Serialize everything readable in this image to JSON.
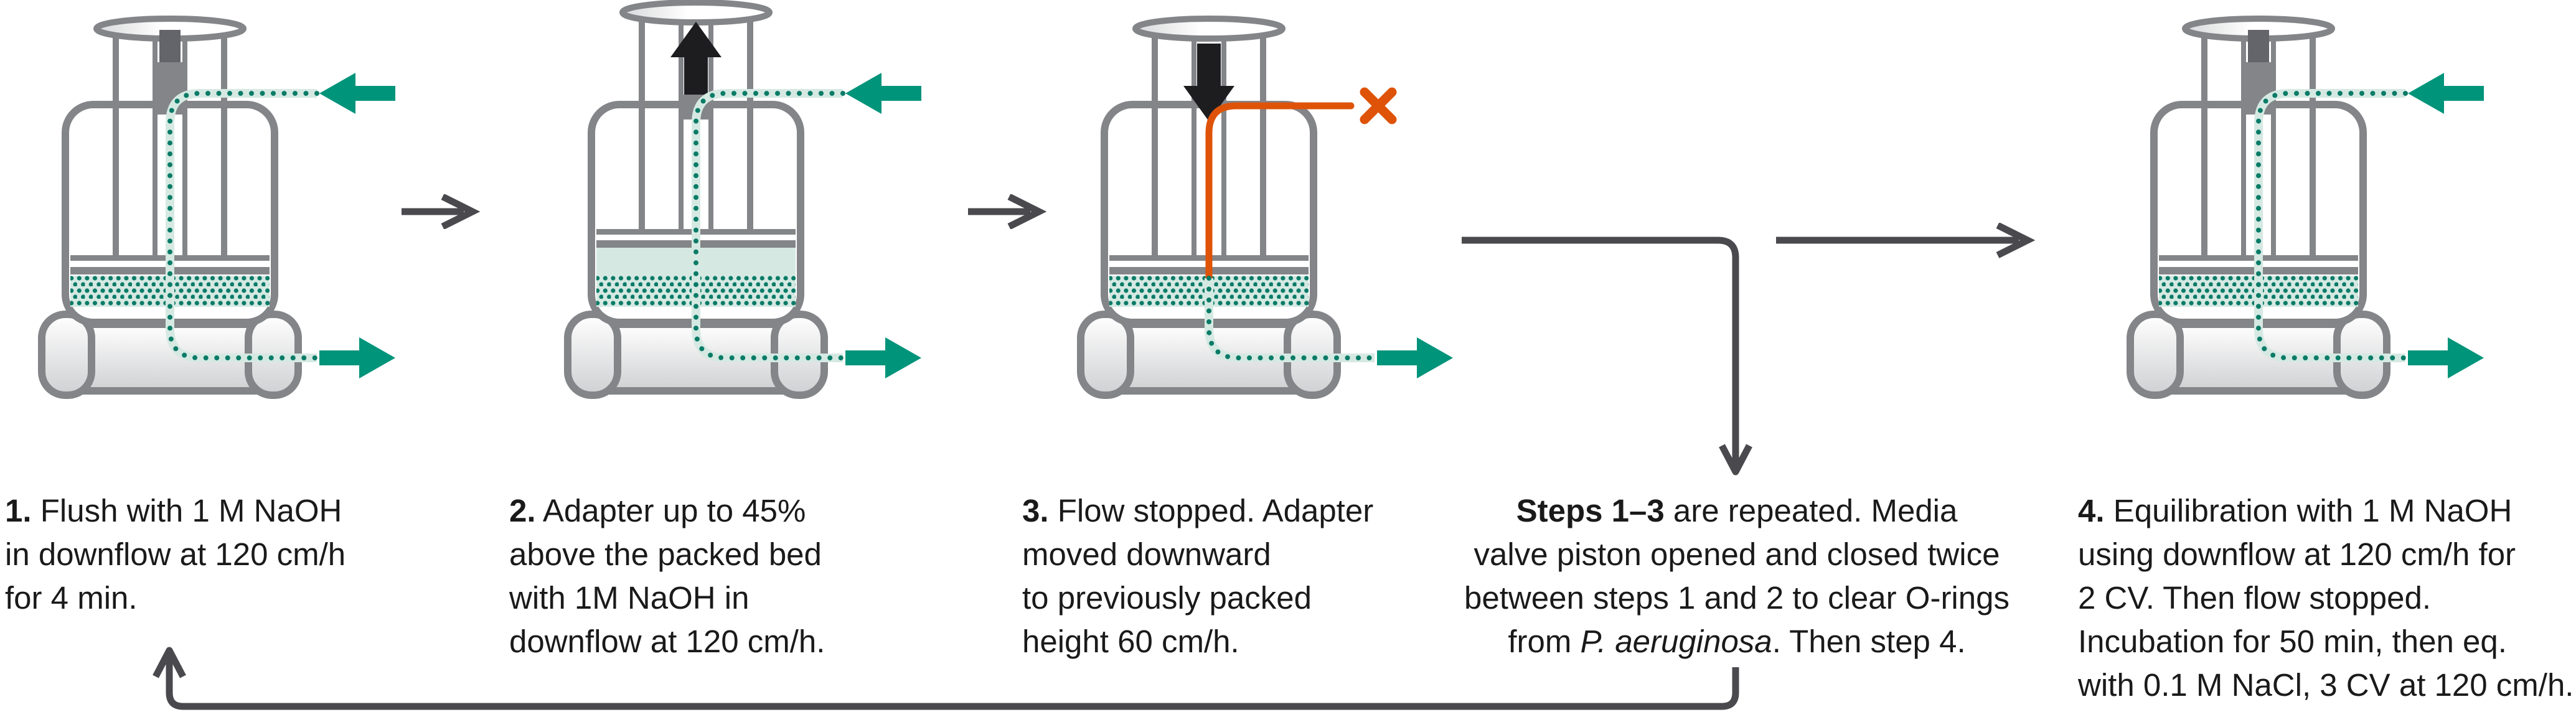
{
  "colors": {
    "outline_gray": "#838588",
    "connector_gray": "#4a4a4e",
    "teal": "#00947b",
    "teal_dot": "#0a7b67",
    "teal_light": "#d5e9e2",
    "orange": "#de5308",
    "black_arrow": "#1d1d20",
    "text": "#1a1a1a"
  },
  "icons": {
    "inlet_flow": "left-arrow",
    "outlet_flow": "right-arrow",
    "adapter_up": "up-arrow",
    "adapter_down": "down-arrow",
    "stopped_flow": "x-mark",
    "sequence_step": "right-arrow",
    "branch_down": "down-arrow",
    "repeat_loop": "up-arrow"
  },
  "steps": [
    {
      "number": "1.",
      "lines": [
        "Flush with 1 M NaOH",
        "in downflow at 120 cm/h",
        "for 4 min."
      ]
    },
    {
      "number": "2.",
      "lines": [
        "Adapter up to 45%",
        "above the packed bed",
        "with 1M NaOH in",
        "downflow at 120 cm/h."
      ]
    },
    {
      "number": "3.",
      "lines": [
        "Flow stopped. Adapter",
        "moved downward",
        "to previously packed",
        "height 60 cm/h."
      ]
    },
    {
      "number": "4.",
      "lines": [
        "Equilibration with 1 M NaOH",
        "using downflow at 120 cm/h for",
        "2 CV. Then flow stopped.",
        "Incubation for 50 min, then eq.",
        "with 0.1 M NaCl, 3 CV at 120 cm/h."
      ]
    }
  ],
  "repeat_note": {
    "bold": "Steps 1–3",
    "line1_rest": " are repeated. Media",
    "line2": "valve piston opened and closed twice",
    "line3": "between steps 1 and 2 to clear O-rings",
    "line4_pre": "from ",
    "line4_italic": "P. aeruginosa",
    "line4_post": ". Then step 4."
  }
}
